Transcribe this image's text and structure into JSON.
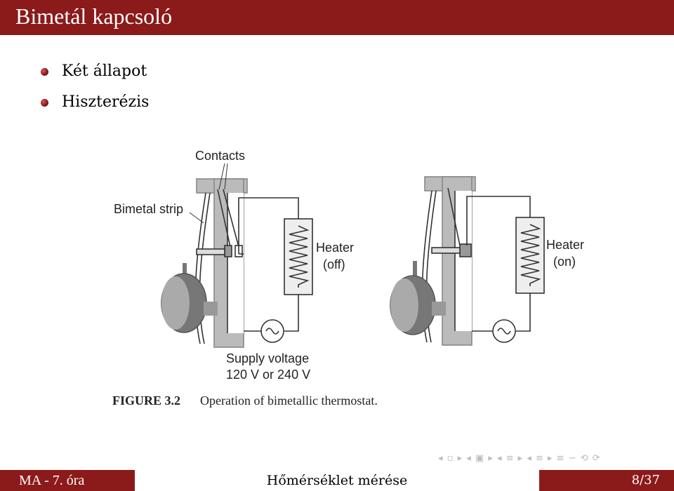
{
  "slide": {
    "title": "Bimetál kapcsoló",
    "bullets": [
      "Két állapot",
      "Hiszterézis"
    ]
  },
  "figure": {
    "label_contacts": "Contacts",
    "label_bimetal": "Bimetal strip",
    "label_heater_1": "Heater",
    "label_heater_state_off": "(off)",
    "label_heater_2": "Heater",
    "label_heater_state_on": "(on)",
    "label_supply_1": "Supply voltage",
    "label_supply_2": "120 V or 240 V",
    "caption_number": "FIGURE 3.2",
    "caption_text": "Operation of bimetallic thermostat."
  },
  "navigation": {
    "symbols": "◂ ▫ ▸ ◂ ▣ ▸ ◂ ≡ ▸ ◂ ≡ ▸ ≡ ∽ ⟲ ⟳"
  },
  "footer": {
    "left": "MA - 7. óra",
    "center": "Hőmérséklet mérése",
    "right": "8/37"
  },
  "colors": {
    "accent": "#8b1a1a"
  }
}
